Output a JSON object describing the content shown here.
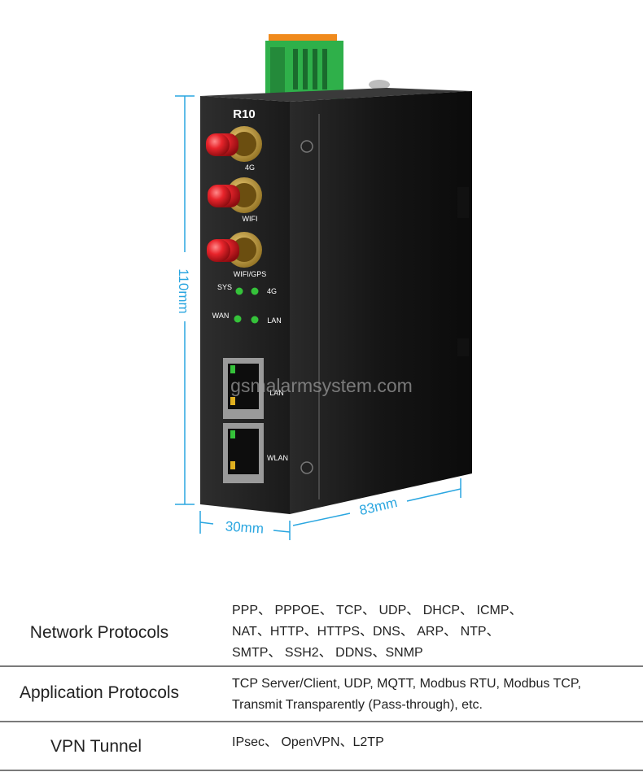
{
  "product": {
    "model": "R10",
    "antenna_labels": [
      "4G",
      "WIFI",
      "WIFI/GPS"
    ],
    "led_labels": [
      "SYS",
      "4G",
      "WAN",
      "LAN"
    ],
    "port_labels": [
      "LAN",
      "WLAN"
    ],
    "watermark": "gsmalarmsystem.com",
    "dimensions": {
      "height": "110mm",
      "width": "30mm",
      "depth": "83mm"
    }
  },
  "colors": {
    "dimension_line": "#2aa6e0",
    "antenna": "#e8242b",
    "body": "#1c1c1c",
    "led": "#35c23a"
  },
  "specs": [
    {
      "label": "Network Protocols",
      "lines": [
        "PPP、 PPPOE、 TCP、 UDP、 DHCP、 ICMP、",
        "NAT、HTTP、HTTPS、DNS、 ARP、 NTP、",
        "SMTP、 SSH2、 DDNS、SNMP"
      ]
    },
    {
      "label": "Application Protocols",
      "lines": [
        "TCP Server/Client, UDP, MQTT, Modbus RTU, Modbus TCP,",
        "Transmit Transparently (Pass-through), etc."
      ]
    },
    {
      "label": "VPN Tunnel",
      "lines": [
        "IPsec、 OpenVPN、L2TP"
      ]
    }
  ]
}
